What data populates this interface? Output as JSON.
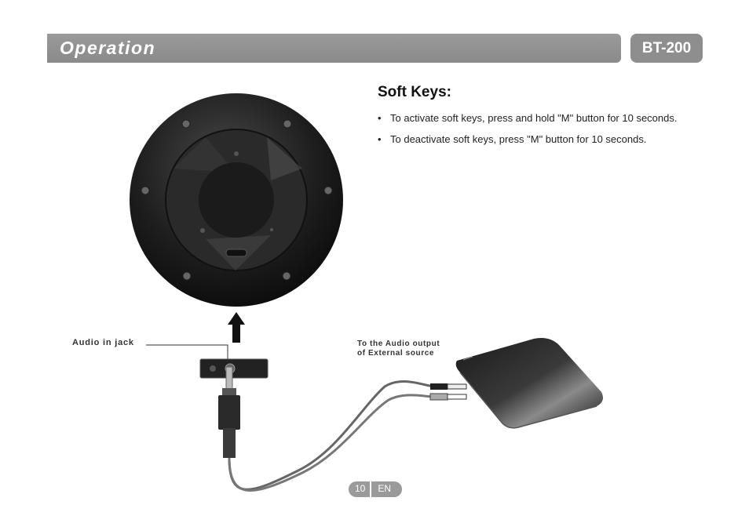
{
  "header": {
    "title": "Operation",
    "model": "BT-200"
  },
  "section": {
    "title": "Soft Keys:",
    "bullets": [
      "To activate soft keys, press and hold \"M\" button for 10 seconds.",
      "To deactivate soft keys, press \"M\" button for 10 seconds."
    ]
  },
  "labels": {
    "audio_in_jack": "Audio in jack",
    "source_line1": "To the Audio output",
    "source_line2": "of External source"
  },
  "footer": {
    "page_number": "10",
    "language": "EN"
  },
  "icons": [
    "speaker-bottom-icon",
    "up-arrow-icon",
    "audio-jack-panel-icon",
    "audio-cable-icon",
    "external-device-icon"
  ]
}
